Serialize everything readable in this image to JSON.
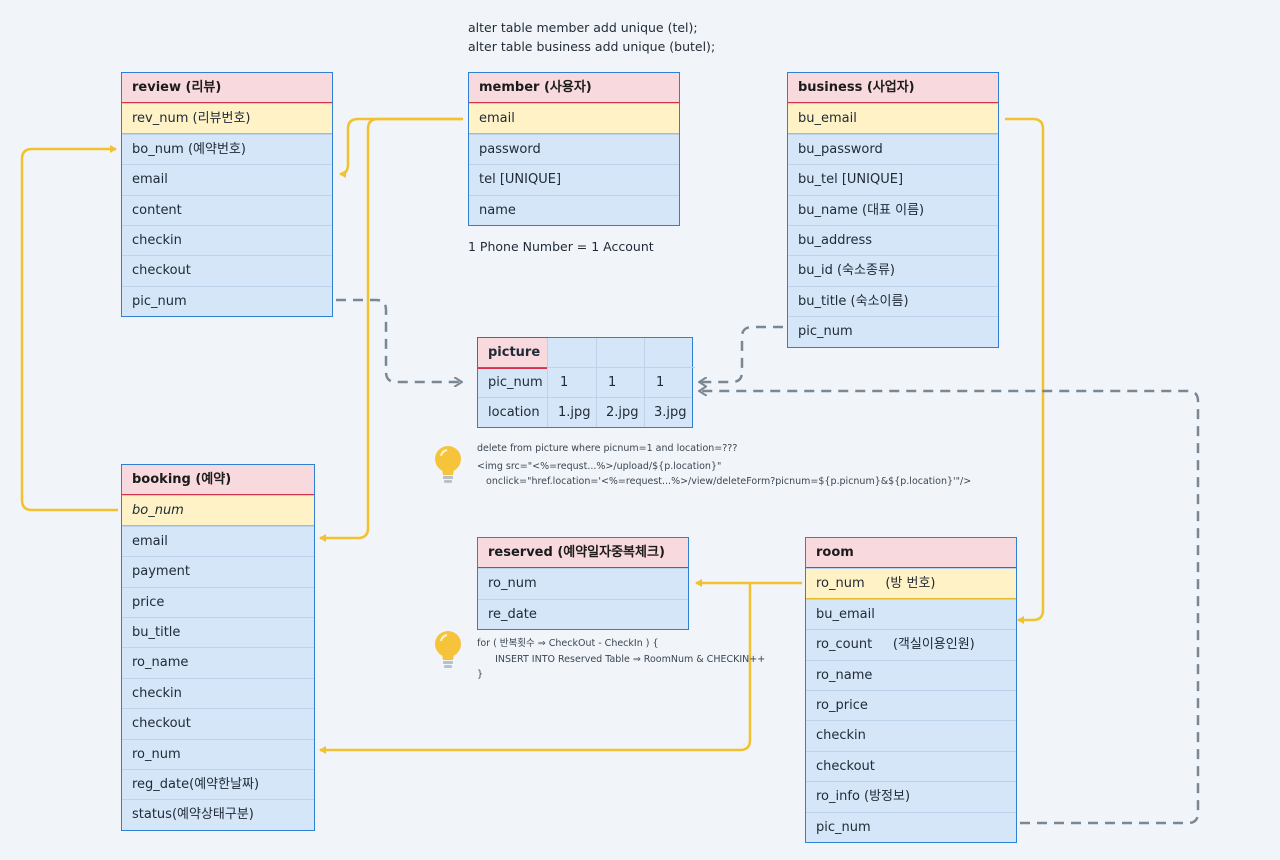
{
  "top_note": {
    "line1": "alter table member add unique (tel);",
    "line2": "alter table business add unique (butel);"
  },
  "review": {
    "title": "review (리뷰)",
    "fields": [
      "rev_num (리뷰번호)",
      "bo_num (예약번호)",
      "email",
      "content",
      "checkin",
      "checkout",
      "pic_num"
    ]
  },
  "member": {
    "title": "member (사용자)",
    "fields": [
      "email",
      "password",
      "tel [UNIQUE]",
      "name"
    ],
    "note": "1 Phone Number = 1 Account"
  },
  "business": {
    "title": "business (사업자)",
    "fields": [
      "bu_email",
      "bu_password",
      "bu_tel [UNIQUE]",
      "bu_name (대표 이름)",
      "bu_address",
      "bu_id (숙소종류)",
      "bu_title (숙소이름)",
      "pic_num"
    ]
  },
  "picture": {
    "title": "picture",
    "row1_label": "pic_num",
    "row1_values": [
      "1",
      "1",
      "1"
    ],
    "row2_label": "location",
    "row2_values": [
      "1.jpg",
      "2.jpg",
      "3.jpg"
    ],
    "code_lines": [
      "delete from picture where picnum=1 and location=???",
      "<img src=\"<%=requst...%>/upload/${p.location}\"",
      "   onclick=\"href.location='<%=request...%>/view/deleteForm?picnum=${p.picnum}&${p.location}'\"/>"
    ]
  },
  "booking": {
    "title": "booking (예약)",
    "fields": [
      "bo_num",
      "email",
      "payment",
      "price",
      "bu_title",
      "ro_name",
      "checkin",
      "checkout",
      "ro_num",
      "reg_date(예약한날짜)",
      "status(예약상태구분)"
    ]
  },
  "reserved": {
    "title": "reserved (예약일자중복체크)",
    "fields": [
      "ro_num",
      "re_date"
    ],
    "code_lines": [
      "for ( 반복횟수 ⇒ CheckOut - CheckIn ) {",
      "      INSERT INTO Reserved Table ⇒ RoomNum & CHECKIN++",
      "}"
    ]
  },
  "room": {
    "title": "room",
    "fields": [
      "ro_num     (방 번호)",
      "bu_email",
      "ro_count     (객실이용인원)",
      "ro_name",
      "ro_price",
      "checkin",
      "checkout",
      "ro_info (방정보)",
      "pic_num"
    ]
  },
  "icons": [
    "lightbulb-icon",
    "lightbulb-icon"
  ],
  "colors": {
    "fk_arrow": "#f2c12e",
    "pic_link": "#7a8794",
    "table_border": "#2f7fd4",
    "header_border": "#d2334a",
    "pk_fill": "#fff2c7"
  }
}
